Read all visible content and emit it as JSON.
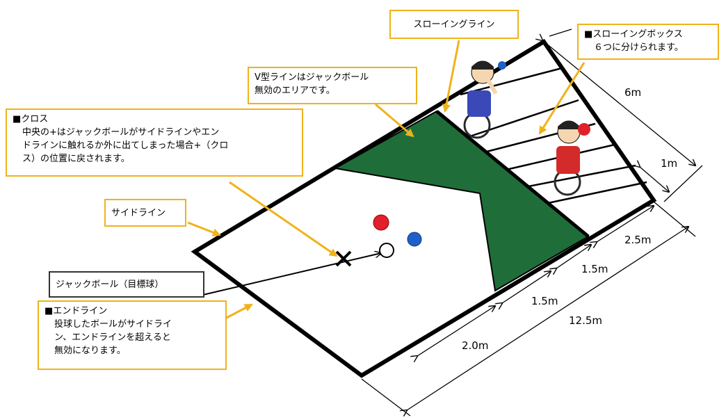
{
  "callouts": {
    "throwing_line": "スローイングライン",
    "throwing_box": [
      "■スローイングボックス",
      "６つに分けられます。"
    ],
    "v_line": [
      "V型ラインはジャックボール",
      "無効のエリアです。"
    ],
    "cross": [
      "■クロス",
      "中央の+はジャックボールがサイドラインやエン",
      "ドラインに触れるか外に出てしまった場合+（クロ",
      "ス）の位置に戻されます。"
    ],
    "side_line": "サイドライン",
    "jack_ball": "ジャックボール（目標球）",
    "end_line": [
      "■エンドライン",
      "投球したボールがサイドライ",
      "ン、エンドラインを超えると",
      "無効になります。"
    ]
  },
  "dimensions": {
    "width_6m": "6m",
    "box_1m": "1m",
    "d_2_5m": "2.5m",
    "d_1_5m_a": "1.5m",
    "d_1_5m_b": "1.5m",
    "total_12_5m": "12.5m",
    "d_2_0m": "2.0m"
  },
  "colors": {
    "callout_border": "#f0b21a",
    "court_line": "#000000",
    "v_area": "#1f6e3a",
    "red_ball": "#e0202a",
    "blue_ball": "#1f5fc8",
    "player_blue": "#3a48b8",
    "player_red": "#d42a2a"
  }
}
